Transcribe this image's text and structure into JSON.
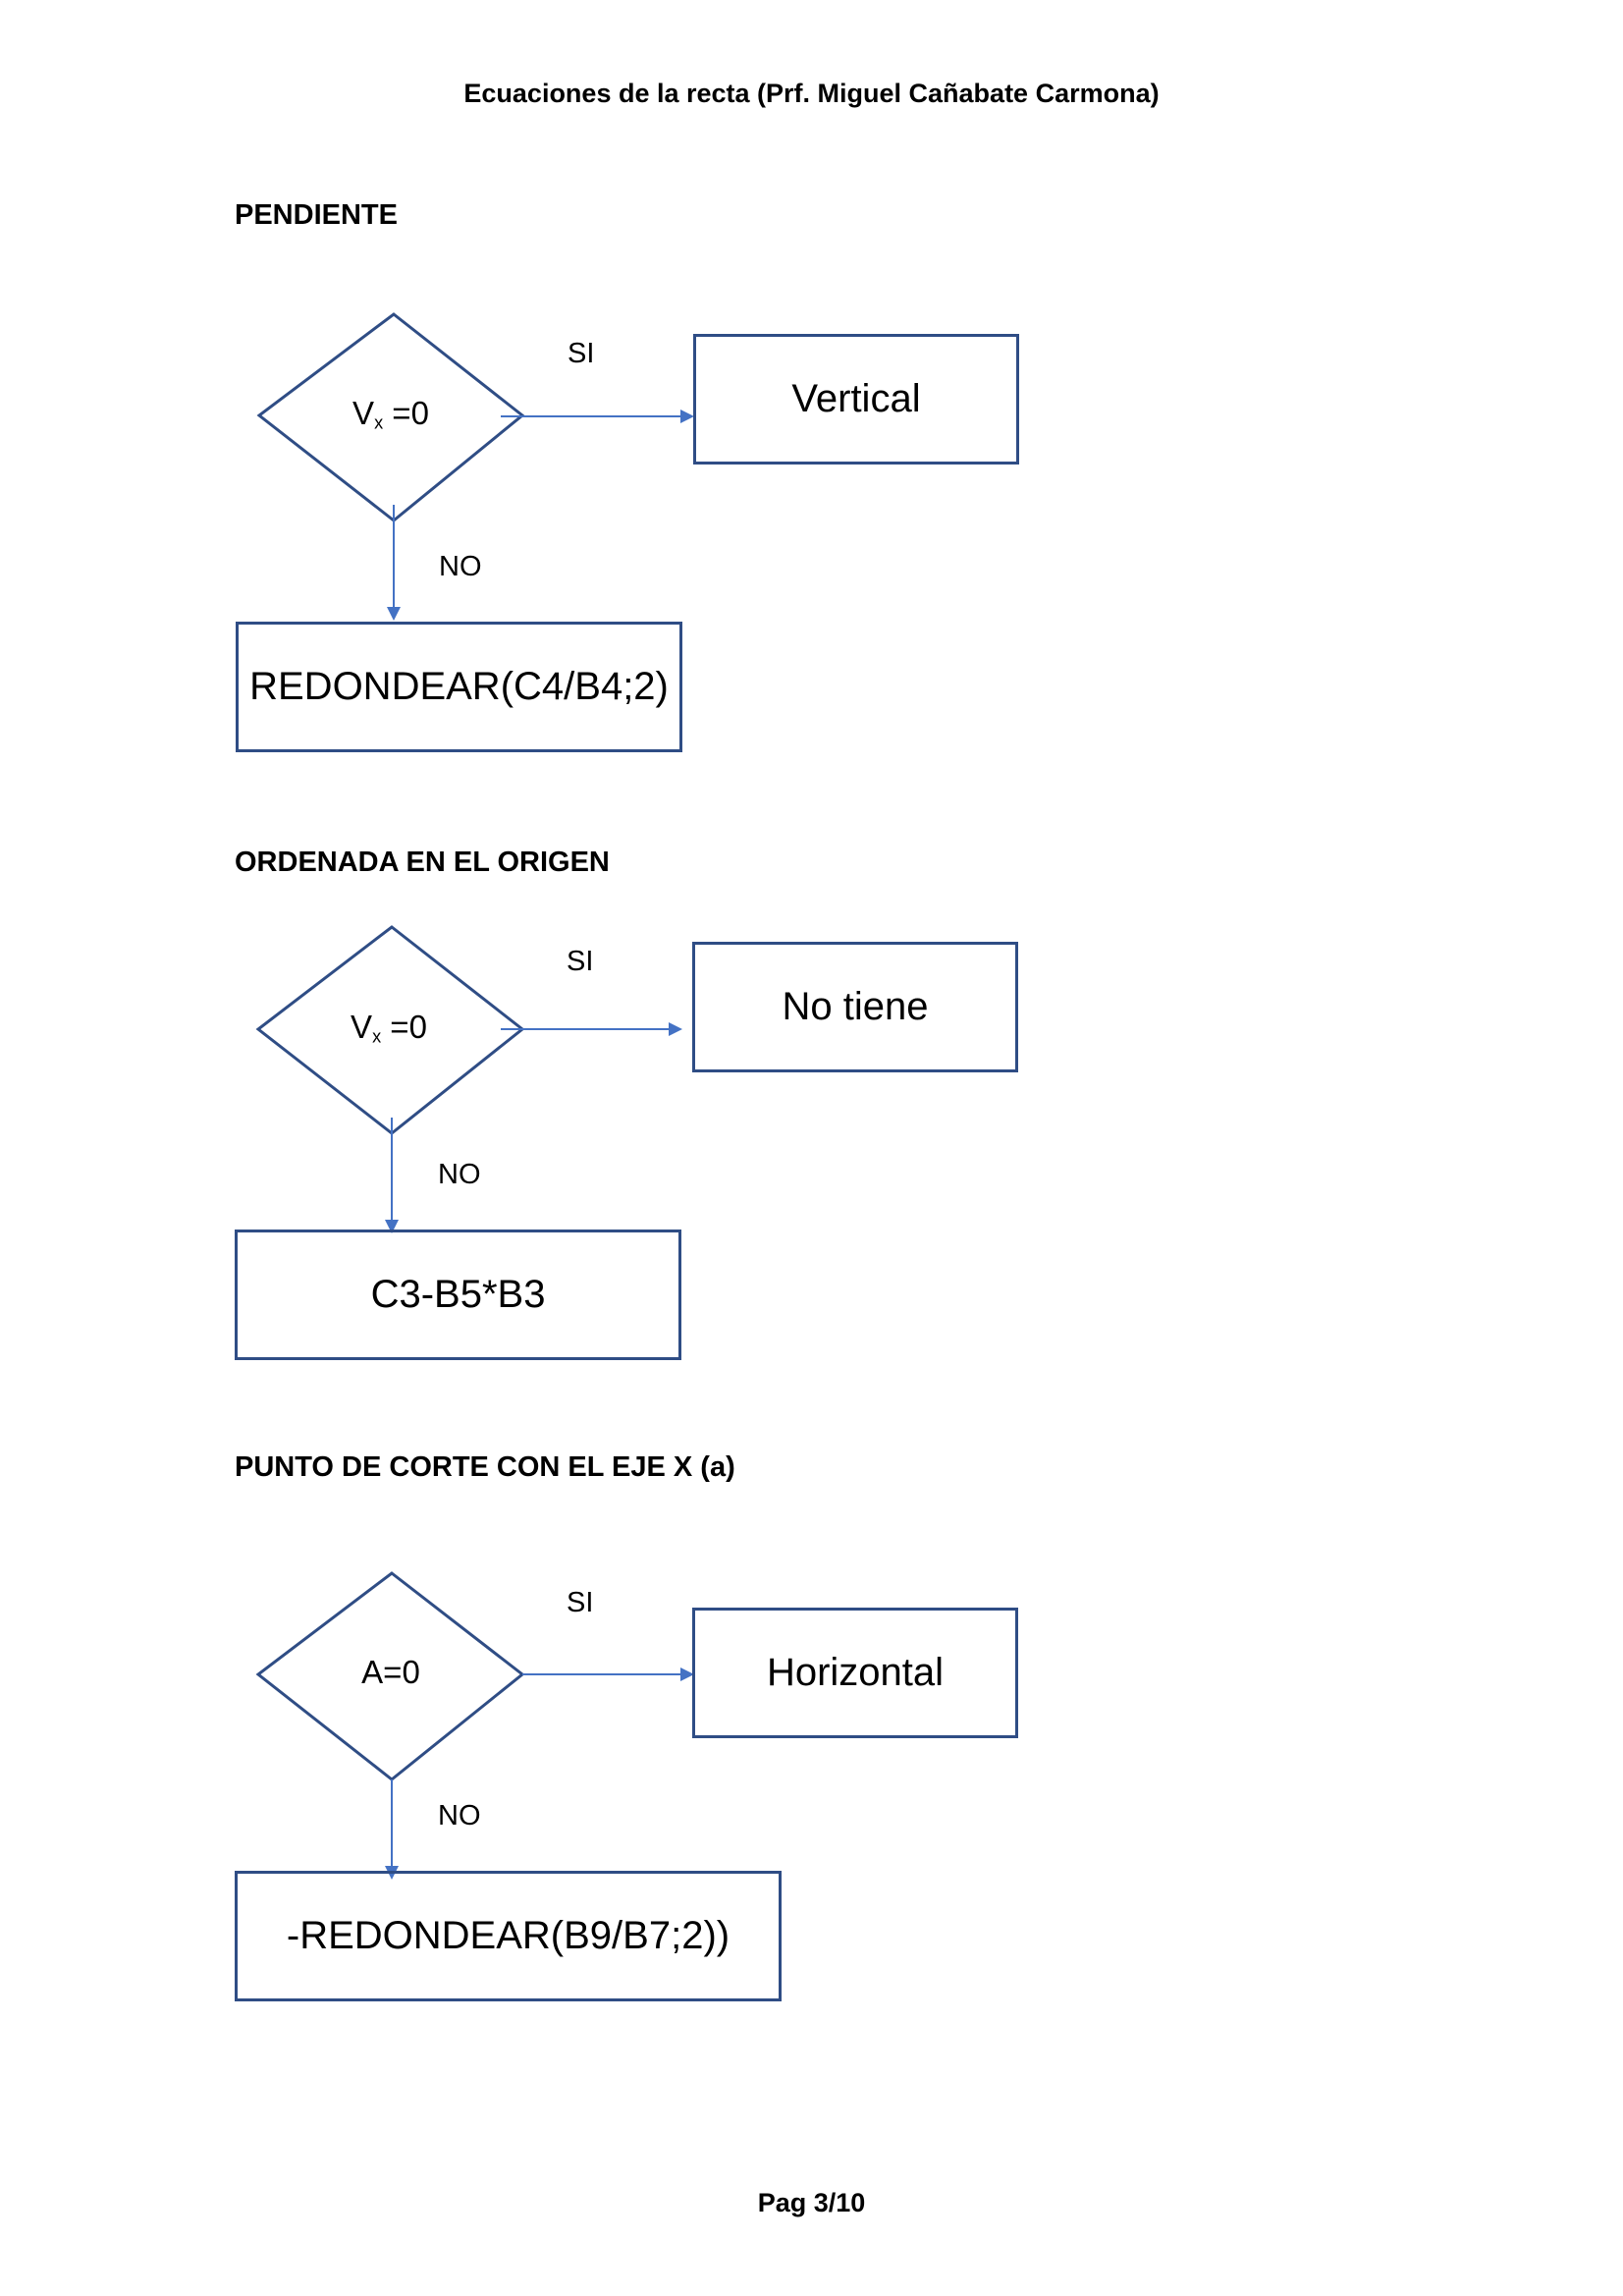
{
  "header": "Ecuaciones de la recta (Prf. Miguel Cañabate Carmona)",
  "footer": "Pag 3/10",
  "colors": {
    "shape_stroke": "#2f4d85",
    "arrow": "#4472c4"
  },
  "sections": [
    {
      "title": "PENDIENTE",
      "condition": {
        "main": "V",
        "sub": "x",
        "rest": " =0"
      },
      "yes_label": "SI",
      "no_label": "NO",
      "yes_result": "Vertical",
      "no_result": "REDONDEAR(C4/B4;2)"
    },
    {
      "title": "ORDENADA EN EL ORIGEN",
      "condition": {
        "main": "V",
        "sub": "x",
        "rest": " =0"
      },
      "yes_label": "SI",
      "no_label": "NO",
      "yes_result": "No tiene",
      "no_result": "C3-B5*B3"
    },
    {
      "title": "PUNTO DE CORTE CON EL EJE X (a)",
      "condition": {
        "main": "A=0"
      },
      "yes_label": "SI",
      "no_label": "NO",
      "yes_result": "Horizontal",
      "no_result": "-REDONDEAR(B9/B7;2))"
    }
  ]
}
